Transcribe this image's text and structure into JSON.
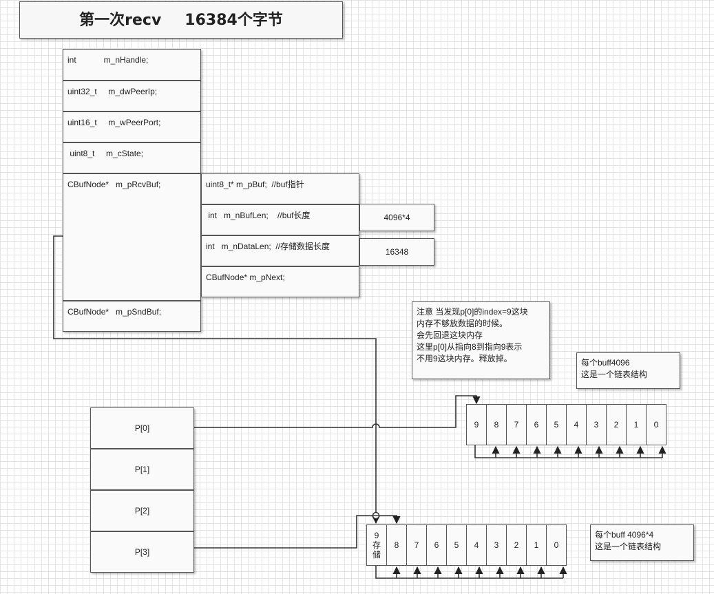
{
  "title": {
    "part1": "第一次recv",
    "part2": "16384个字节"
  },
  "struct_fields": [
    "int            m_nHandle;",
    "uint32_t     m_dwPeerIp;",
    "uint16_t     m_wPeerPort;",
    " uint8_t     m_cState;",
    "CBufNode*   m_pRcvBuf;",
    "CBufNode*   m_pSndBuf;"
  ],
  "bufnode_fields": [
    "uint8_t* m_pBuf;  //buf指针",
    " int   m_nBufLen;    //buf长度",
    "int   m_nDataLen;  //存储数据长度",
    "CBufNode* m_pNext;"
  ],
  "values": {
    "buf_len": "4096*4",
    "data_len": "16348"
  },
  "pointers": [
    "P[0]",
    "P[1]",
    "P[2]",
    "P[3]"
  ],
  "note": "注意 当发现p[0]的index=9这块\n内存不够放数据的时候。\n会先回退这块内存\n这里p[0]从指向8到指向9表示\n不用9这块内存。释放掉。",
  "list_top": {
    "cells": [
      "9",
      "8",
      "7",
      "6",
      "5",
      "4",
      "3",
      "2",
      "1",
      "0"
    ],
    "label": "每个buff4096\n这是一个链表结构"
  },
  "list_bottom": {
    "first_cell": [
      "9",
      "存",
      "储"
    ],
    "cells": [
      "8",
      "7",
      "6",
      "5",
      "4",
      "3",
      "2",
      "1",
      "0"
    ],
    "label": "每个buff    4096*4\n这是一个链表结构"
  }
}
